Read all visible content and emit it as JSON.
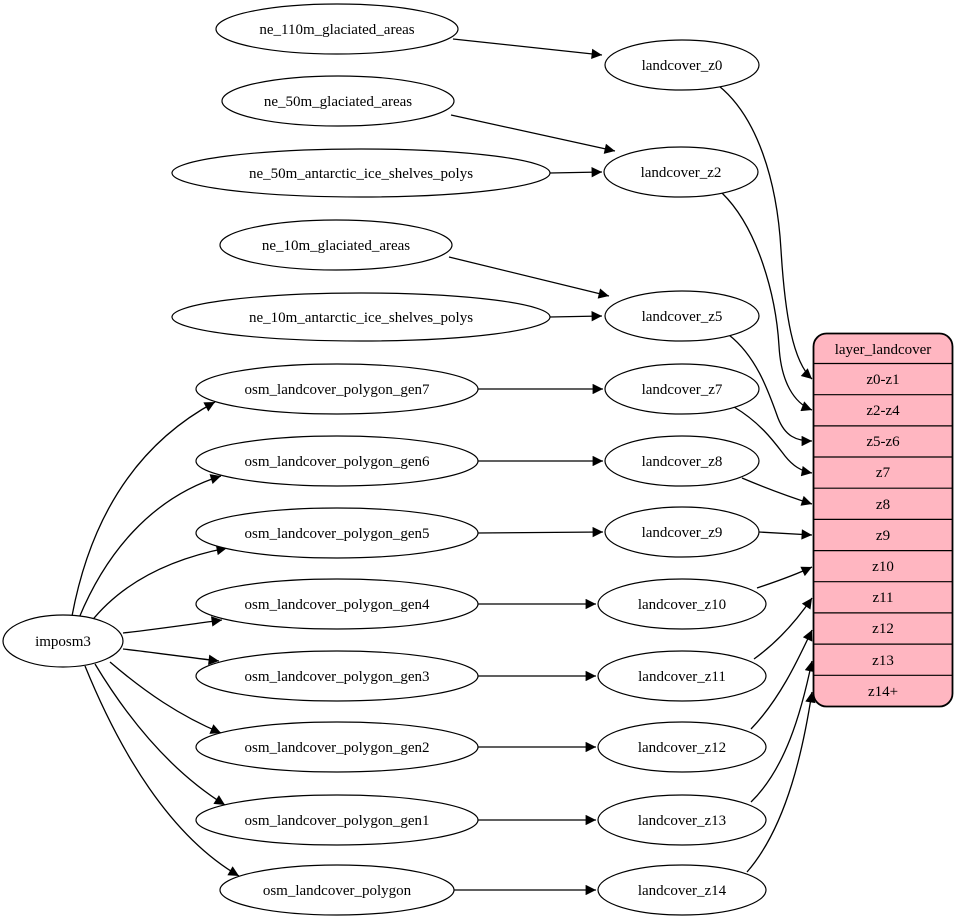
{
  "colors": {
    "background": "#ffffff",
    "node_fill": "#ffffff",
    "node_stroke": "#000000",
    "edge_color": "#000000",
    "table_fill": "#ffb6c1",
    "text_color": "#000000"
  },
  "nodes": {
    "imposm3": "imposm3",
    "ne_110m_glaciated_areas": "ne_110m_glaciated_areas",
    "ne_50m_glaciated_areas": "ne_50m_glaciated_areas",
    "ne_50m_antarctic_ice_shelves_polys": "ne_50m_antarctic_ice_shelves_polys",
    "ne_10m_glaciated_areas": "ne_10m_glaciated_areas",
    "ne_10m_antarctic_ice_shelves_polys": "ne_10m_antarctic_ice_shelves_polys",
    "osm_landcover_polygon_gen7": "osm_landcover_polygon_gen7",
    "osm_landcover_polygon_gen6": "osm_landcover_polygon_gen6",
    "osm_landcover_polygon_gen5": "osm_landcover_polygon_gen5",
    "osm_landcover_polygon_gen4": "osm_landcover_polygon_gen4",
    "osm_landcover_polygon_gen3": "osm_landcover_polygon_gen3",
    "osm_landcover_polygon_gen2": "osm_landcover_polygon_gen2",
    "osm_landcover_polygon_gen1": "osm_landcover_polygon_gen1",
    "osm_landcover_polygon": "osm_landcover_polygon",
    "landcover_z0": "landcover_z0",
    "landcover_z2": "landcover_z2",
    "landcover_z5": "landcover_z5",
    "landcover_z7": "landcover_z7",
    "landcover_z8": "landcover_z8",
    "landcover_z9": "landcover_z9",
    "landcover_z10": "landcover_z10",
    "landcover_z11": "landcover_z11",
    "landcover_z12": "landcover_z12",
    "landcover_z13": "landcover_z13",
    "landcover_z14": "landcover_z14"
  },
  "table": {
    "title": "layer_landcover",
    "rows": [
      "z0-z1",
      "z2-z4",
      "z5-z6",
      "z7",
      "z8",
      "z9",
      "z10",
      "z11",
      "z12",
      "z13",
      "z14+"
    ]
  },
  "edges": [
    {
      "from": "ne_110m_glaciated_areas",
      "to": "landcover_z0"
    },
    {
      "from": "ne_50m_glaciated_areas",
      "to": "landcover_z2"
    },
    {
      "from": "ne_50m_antarctic_ice_shelves_polys",
      "to": "landcover_z2"
    },
    {
      "from": "ne_10m_glaciated_areas",
      "to": "landcover_z5"
    },
    {
      "from": "ne_10m_antarctic_ice_shelves_polys",
      "to": "landcover_z5"
    },
    {
      "from": "imposm3",
      "to": "osm_landcover_polygon_gen7"
    },
    {
      "from": "imposm3",
      "to": "osm_landcover_polygon_gen6"
    },
    {
      "from": "imposm3",
      "to": "osm_landcover_polygon_gen5"
    },
    {
      "from": "imposm3",
      "to": "osm_landcover_polygon_gen4"
    },
    {
      "from": "imposm3",
      "to": "osm_landcover_polygon_gen3"
    },
    {
      "from": "imposm3",
      "to": "osm_landcover_polygon_gen2"
    },
    {
      "from": "imposm3",
      "to": "osm_landcover_polygon_gen1"
    },
    {
      "from": "imposm3",
      "to": "osm_landcover_polygon"
    },
    {
      "from": "osm_landcover_polygon_gen7",
      "to": "landcover_z7"
    },
    {
      "from": "osm_landcover_polygon_gen6",
      "to": "landcover_z8"
    },
    {
      "from": "osm_landcover_polygon_gen5",
      "to": "landcover_z9"
    },
    {
      "from": "osm_landcover_polygon_gen4",
      "to": "landcover_z10"
    },
    {
      "from": "osm_landcover_polygon_gen3",
      "to": "landcover_z11"
    },
    {
      "from": "osm_landcover_polygon_gen2",
      "to": "landcover_z12"
    },
    {
      "from": "osm_landcover_polygon_gen1",
      "to": "landcover_z13"
    },
    {
      "from": "osm_landcover_polygon",
      "to": "landcover_z14"
    },
    {
      "from": "landcover_z0",
      "to": "layer_landcover:z0-z1"
    },
    {
      "from": "landcover_z2",
      "to": "layer_landcover:z2-z4"
    },
    {
      "from": "landcover_z5",
      "to": "layer_landcover:z5-z6"
    },
    {
      "from": "landcover_z7",
      "to": "layer_landcover:z7"
    },
    {
      "from": "landcover_z8",
      "to": "layer_landcover:z8"
    },
    {
      "from": "landcover_z9",
      "to": "layer_landcover:z9"
    },
    {
      "from": "landcover_z10",
      "to": "layer_landcover:z10"
    },
    {
      "from": "landcover_z11",
      "to": "layer_landcover:z11"
    },
    {
      "from": "landcover_z12",
      "to": "layer_landcover:z12"
    },
    {
      "from": "landcover_z13",
      "to": "layer_landcover:z13"
    },
    {
      "from": "landcover_z14",
      "to": "layer_landcover:z14+"
    }
  ]
}
